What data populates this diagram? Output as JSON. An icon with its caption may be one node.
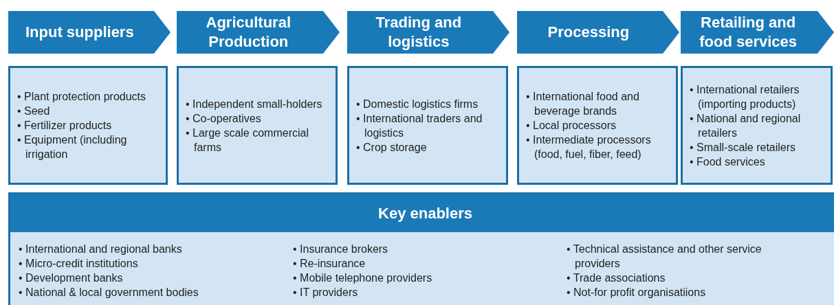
{
  "diagram": {
    "nodes": [
      {
        "text": [
          "Input suppliers"
        ]
      },
      {
        "text": [
          "Agricultural Production"
        ]
      },
      {
        "text": [
          "Trading and logistics"
        ]
      },
      {
        "text": [
          "Processing"
        ]
      },
      {
        "text": [
          "Retailing and food services"
        ]
      },
      {
        "text": [
          "• Plant protection products",
          "• Seed",
          "• Fertilizer products",
          "• Equipment (including irrigation"
        ]
      },
      {
        "text": [
          "• Independent small-holders",
          "• Co-operatives",
          "• Large scale commercial farms"
        ]
      },
      {
        "text": [
          "• Domestic logistics firms",
          "• International traders and logistics",
          "• Crop storage"
        ]
      },
      {
        "text": [
          "• International food and beverage brands",
          "• Local processors",
          "• Intermediate processors (food, fuel, fiber, feed)"
        ]
      },
      {
        "text": [
          "• International retailers (importing products)",
          "• National and regional retailers",
          "• Small-scale retailers",
          "• Food services"
        ]
      },
      {
        "text": [
          "Key enablers",
          "• International and regional banks",
          "• Micro-credit institutions",
          "• Development banks",
          "• National & local government bodies",
          "• Insurance brokers",
          "• Re-insurance",
          "• Mobile telephone providers",
          "• IT providers",
          "• Technical assistance and other service providers",
          "• Trade associations",
          "• Not-for profit organisatiions"
        ]
      }
    ],
    "edges": []
  }
}
